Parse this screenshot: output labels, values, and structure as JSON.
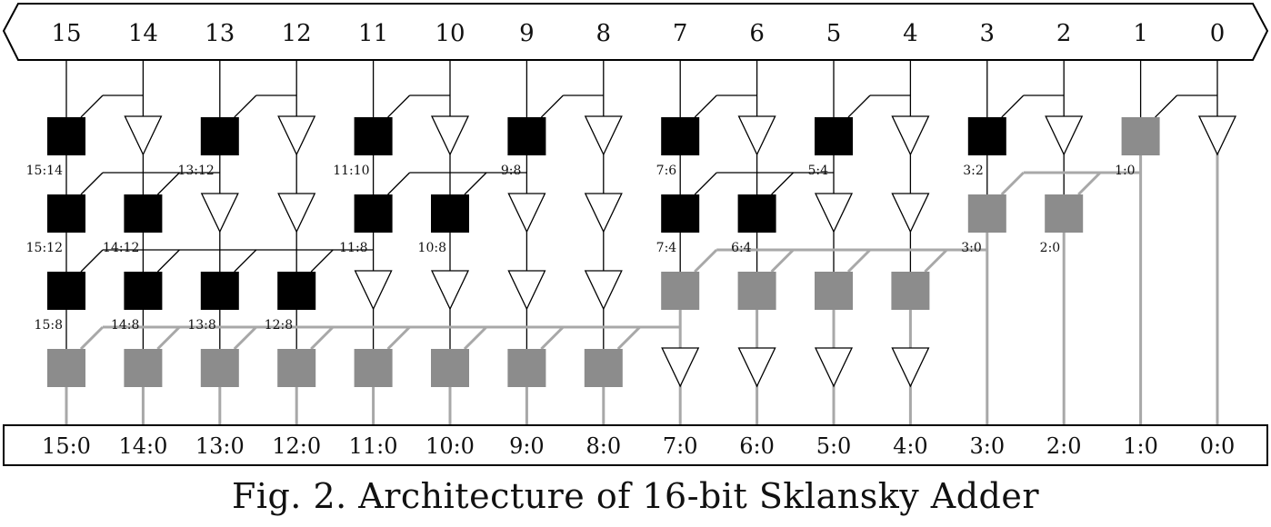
{
  "inputs": [
    "15",
    "14",
    "13",
    "12",
    "11",
    "10",
    "9",
    "8",
    "7",
    "6",
    "5",
    "4",
    "3",
    "2",
    "1",
    "0"
  ],
  "outputs": [
    "15:0",
    "14:0",
    "13:0",
    "12:0",
    "11:0",
    "10:0",
    "9:0",
    "8:0",
    "7:0",
    "6:0",
    "5:0",
    "4:0",
    "3:0",
    "2:0",
    "1:0",
    "0:0"
  ],
  "stage_labels": [
    [
      "15:14",
      "13:12",
      "11:10",
      "9:8",
      "7:6",
      "5:4",
      "3:2",
      "1:0"
    ],
    [
      "15:12",
      "14:12",
      "11:8",
      "10:8",
      "7:4",
      "6:4",
      "3:0",
      "2:0"
    ],
    [
      "15:8",
      "14:8",
      "13:8",
      "12:8"
    ]
  ],
  "caption": "Fig. 2.   Architecture of 16-bit Sklansky Adder",
  "colors": {
    "black_cell": "#000000",
    "gray_cell": "#8c8c8c",
    "gray_wire": "#a8a8a8",
    "wire": "#000000"
  }
}
